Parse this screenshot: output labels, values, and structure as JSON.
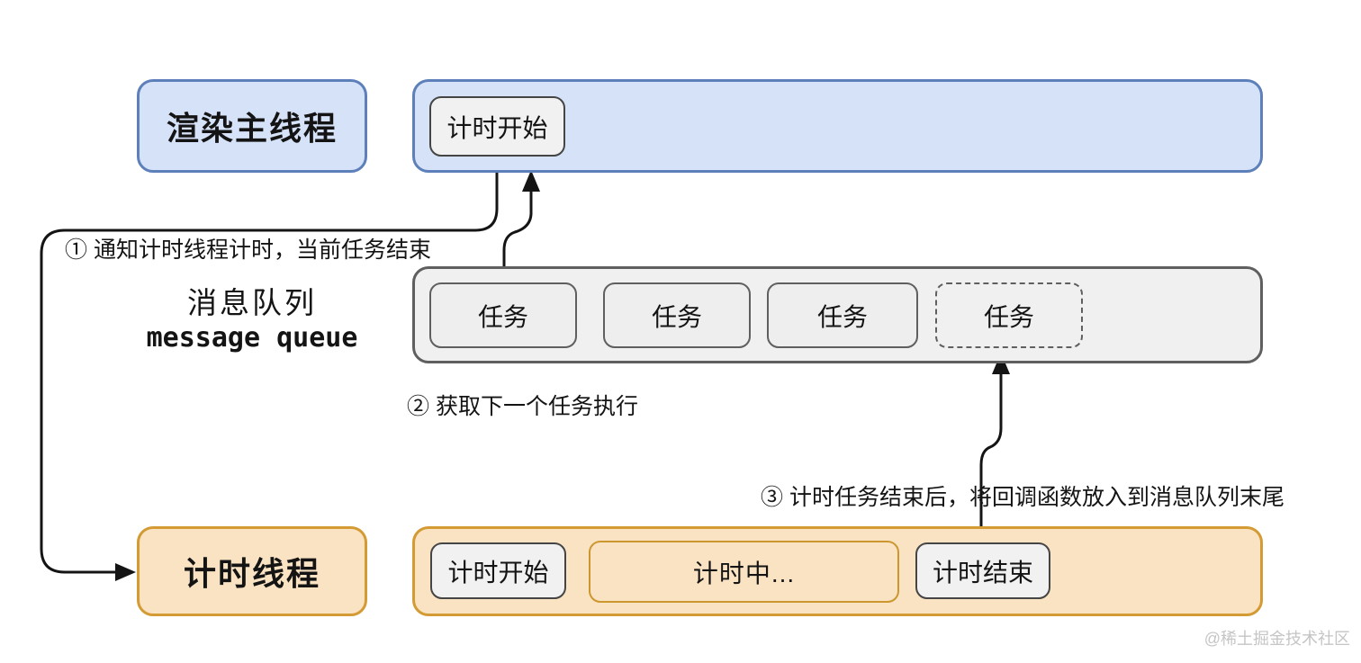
{
  "diagram": {
    "render_thread": {
      "label": "渲染主线程",
      "timer_start": "计时开始"
    },
    "message_queue": {
      "label_zh": "消息队列",
      "label_en": "message queue",
      "tasks": [
        {
          "label": "任务",
          "style": "solid"
        },
        {
          "label": "任务",
          "style": "solid"
        },
        {
          "label": "任务",
          "style": "solid"
        },
        {
          "label": "任务",
          "style": "dashed"
        }
      ]
    },
    "timer_thread": {
      "label": "计时线程",
      "timer_start": "计时开始",
      "timing": "计时中...",
      "timer_end": "计时结束"
    },
    "annotations": {
      "step1": "① 通知计时线程计时，当前任务结束",
      "step2": "② 获取下一个任务执行",
      "step3": "③ 计时任务结束后，将回调函数放入到消息队列末尾"
    },
    "watermark": "@稀土掘金技术社区"
  },
  "colors": {
    "blue_fill": "#d5e2f8",
    "blue_border": "#5d80ba",
    "gray_fill": "#f0f0f0",
    "gray_border": "#5f5f5f",
    "innerbox_fill": "#f1f1f1",
    "innerbox_border": "#454545",
    "orange_fill": "#fae3c3",
    "orange_border": "#d49a33",
    "ink": "#141414",
    "watermark_color": "#c5c5c5"
  }
}
